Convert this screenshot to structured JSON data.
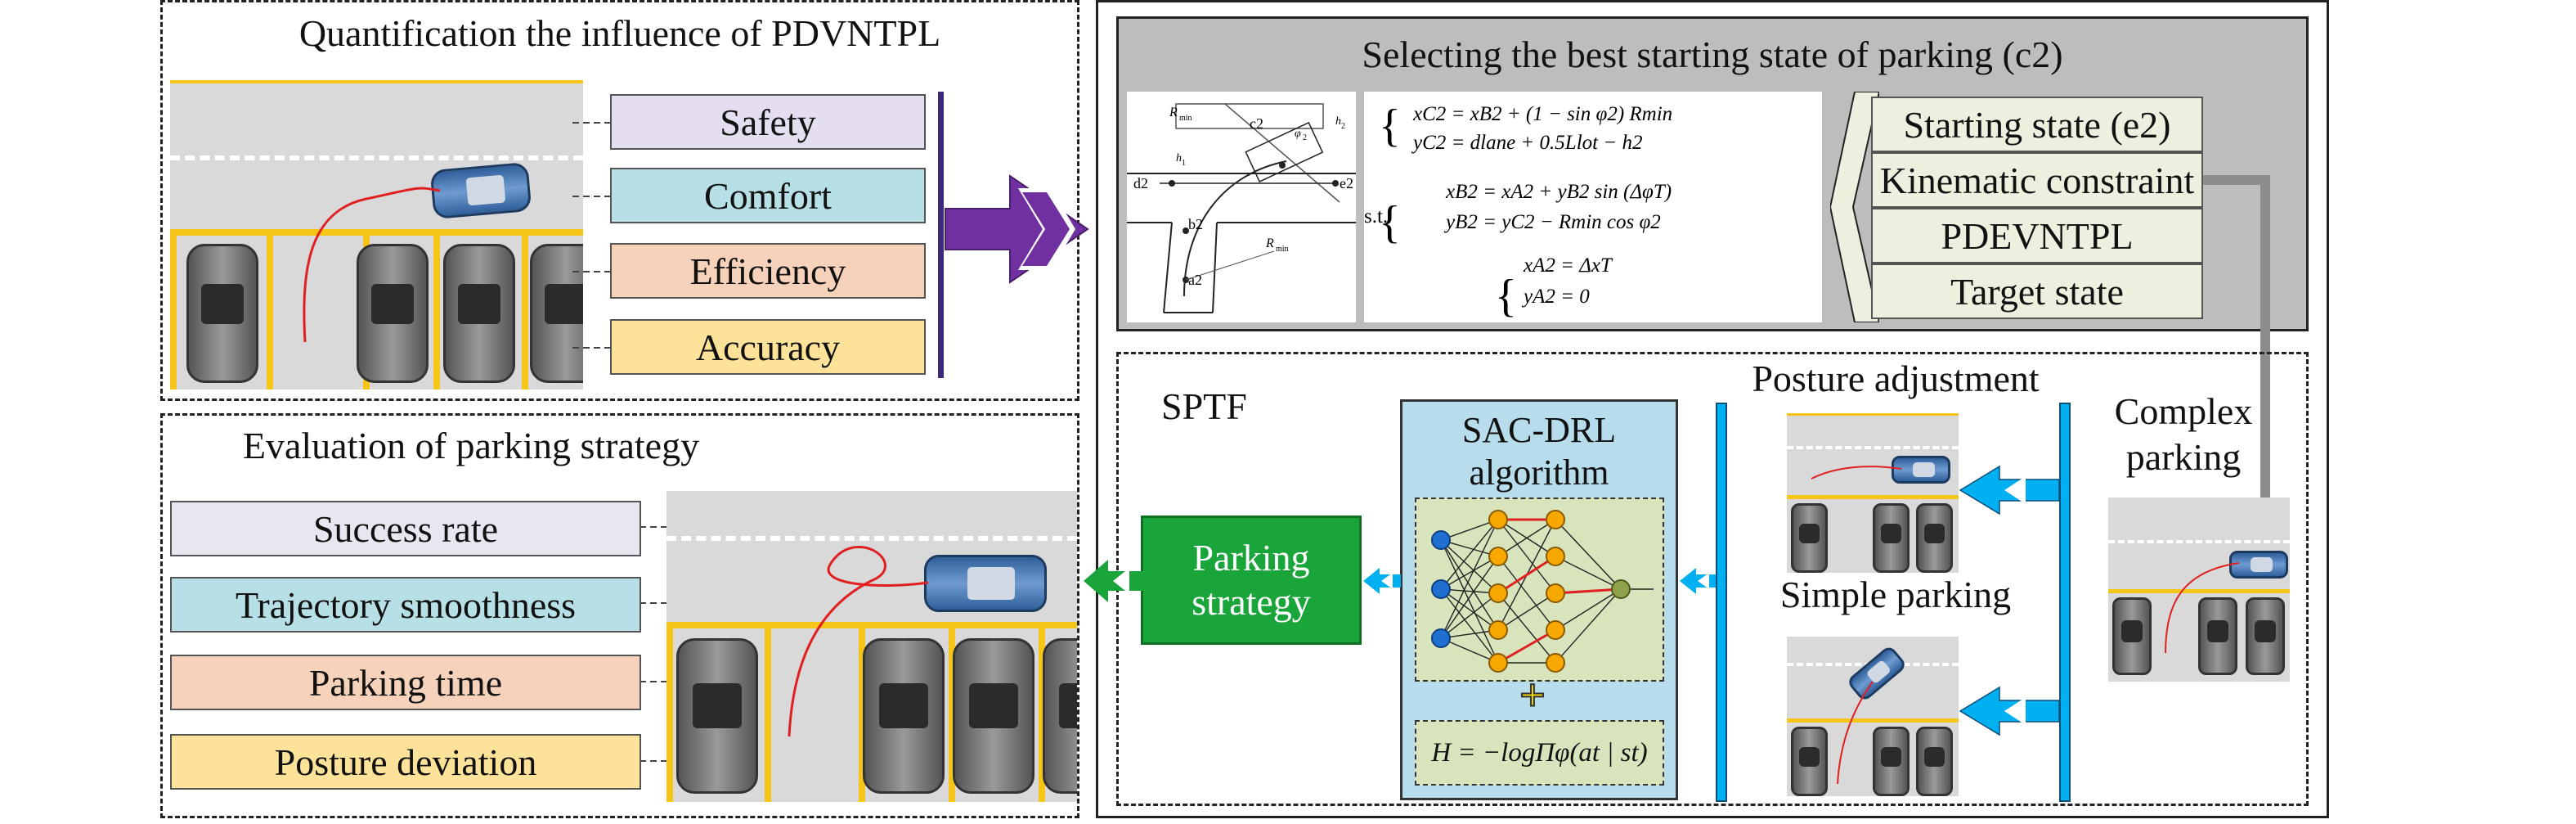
{
  "panel_influence": {
    "title": "Quantification the influence of PDVNTPL",
    "labels": [
      {
        "text": "Safety",
        "color": "#e4def0"
      },
      {
        "text": "Comfort",
        "color": "#b7dfe6"
      },
      {
        "text": "Efficiency",
        "color": "#f7d2bb"
      },
      {
        "text": "Accuracy",
        "color": "#fde39a"
      }
    ]
  },
  "panel_evaluation": {
    "title": "Evaluation of parking strategy",
    "labels": [
      {
        "text": "Success rate",
        "color": "#e8e6f0"
      },
      {
        "text": "Trajectory smoothness",
        "color": "#b7dfe6"
      },
      {
        "text": "Parking time",
        "color": "#f7d2bb"
      },
      {
        "text": "Posture deviation",
        "color": "#fde39a"
      }
    ]
  },
  "panel_selecting": {
    "title": "Selecting the best starting state of parking (c2)",
    "items": [
      "Starting state (e2)",
      "Kinematic constraint",
      "PDEVNTPL",
      "Target state"
    ],
    "geometry_labels": [
      "R",
      "min",
      "c2",
      "φ",
      "2",
      "h",
      "2",
      "d2",
      "e2",
      "h",
      "1",
      "b2",
      "a2",
      "R",
      "min"
    ],
    "equations": {
      "eq1a": "x",
      "eq1a_rest": "= x",
      "eq1_line1": "xC2 = xB2 + (1 − sin φ2) Rmin",
      "eq1_line2": "yC2 = dlane + 0.5Llot − h2",
      "st": "s.t.",
      "eq2_line1": "xB2 = xA2 + yB2 sin (ΔφT)",
      "eq2_line2": "yB2 = yC2 − Rmin cos φ2",
      "eq3_line1": "xA2 = ΔxT",
      "eq3_line2": "yA2 = 0"
    }
  },
  "panel_sptf": {
    "label": "SPTF",
    "algorithm_title_line1": "SAC-DRL",
    "algorithm_title_line2": "algorithm",
    "plus": "+",
    "entropy": "H = −logΠφ(at | st)",
    "parking_strategy_line1": "Parking",
    "parking_strategy_line2": "strategy",
    "posture_adjustment": "Posture adjustment",
    "simple_parking": "Simple parking",
    "complex_parking_line1": "Complex",
    "complex_parking_line2": "parking"
  },
  "colors": {
    "purple_chevron": "#7030a0",
    "green_box": "#1aa53a",
    "blue_arrow": "#00b0f0",
    "gray_arrow": "#7f7f7f",
    "algorithm_bg": "#b7dceb",
    "nn_bg": "#d8e4bc",
    "state_bg": "#ebf1de"
  }
}
